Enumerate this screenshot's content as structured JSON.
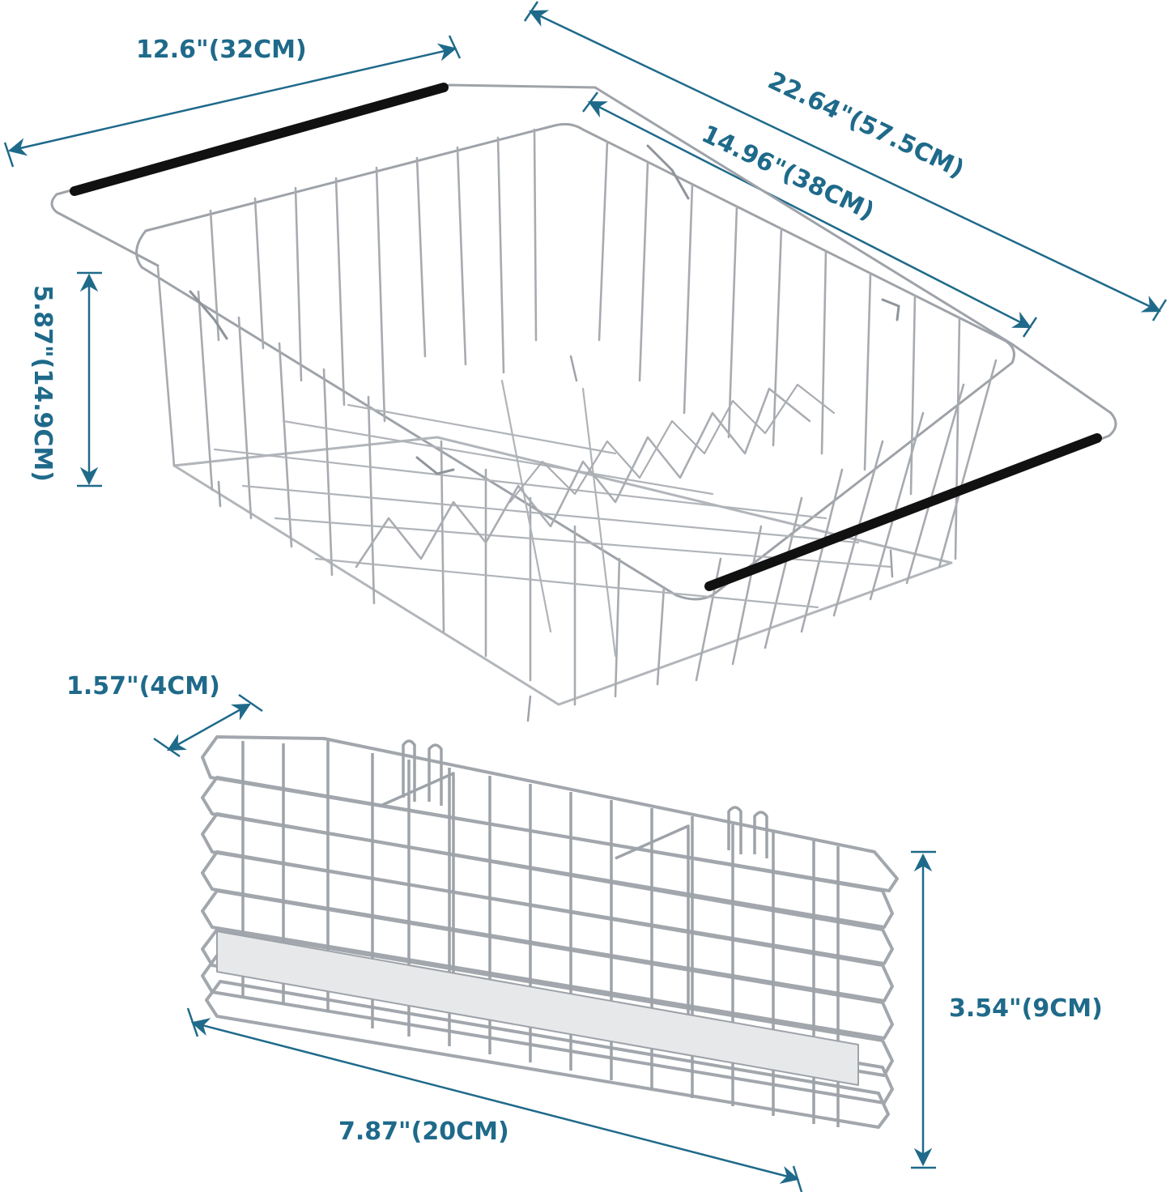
{
  "image": {
    "description": "Product dimension diagram: expandable dish drying rack and utensil holder",
    "accent_color": "#1f6a8a",
    "wire_color": "#a9adb3"
  },
  "dish_rack": {
    "dimensions": {
      "width_min": "12.6\"(32CM)",
      "length_max": "22.64\"(57.5CM)",
      "length_min": "14.96\"(38CM)",
      "height": "5.87\"(14.9CM)"
    }
  },
  "utensil_holder": {
    "dimensions": {
      "width": "1.57\"(4CM)",
      "height": "3.54\"(9CM)",
      "length": "7.87\"(20CM)"
    }
  }
}
